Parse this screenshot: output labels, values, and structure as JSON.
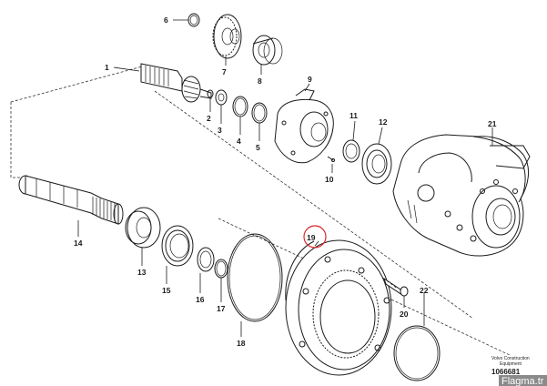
{
  "diagram": {
    "callouts": [
      "1",
      "2",
      "3",
      "4",
      "5",
      "6",
      "7",
      "8",
      "9",
      "10",
      "11",
      "12",
      "13",
      "14",
      "15",
      "16",
      "17",
      "18",
      "19",
      "20",
      "21",
      "22"
    ],
    "highlighted_callout": "19",
    "highlight_color": "#d9262c",
    "caption": {
      "line1": "Volvo Construction",
      "line2": "Equipment",
      "drawing_id": "1066681"
    }
  },
  "watermark": {
    "text": "Flagma.tr",
    "background": "#8a8a8a"
  }
}
